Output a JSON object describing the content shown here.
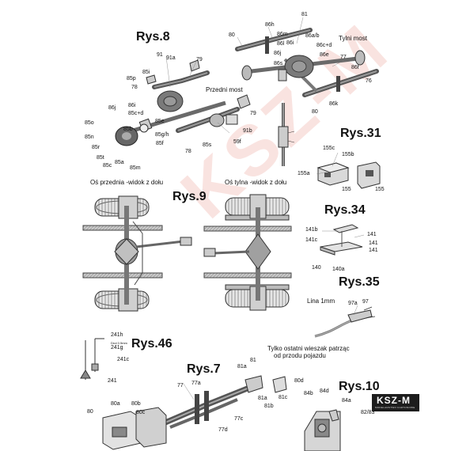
{
  "titles": {
    "rys8": "Rys.8",
    "rys31": "Rys.31",
    "rys9": "Rys.9",
    "rys34": "Rys.34",
    "rys35": "Rys.35",
    "rys46": "Rys.46",
    "rys7": "Rys.7",
    "rys10": "Rys.10"
  },
  "captions": {
    "tylni_most": "Tylni most",
    "przedni_most": "Przedni most",
    "os_przednia": "Oś przednia -widok z dołu",
    "os_tylna": "Oś tylna -widok z dołu",
    "lina": "Lina 1mm",
    "wieszak_line1": "Tylko ostatni wieszak patrząc",
    "wieszak_line2": "od przodu pojazdu",
    "page_number": "82/83",
    "tiny_note": "Drut 0.5mm"
  },
  "watermark": "KSZ-M",
  "logo": {
    "main": "KSZ-M",
    "sub": "MODELARSTWO KARTONOWE"
  },
  "labels": {
    "l81a": "81",
    "l86h": "86h",
    "l80": "80",
    "l86m": "86m",
    "l86l": "86l",
    "l86ab": "86a/b",
    "l86cd": "86c+d",
    "l86i": "86i",
    "l86j": "86j",
    "l86e": "86e",
    "l77": "77",
    "l86s": "86s",
    "l86f": "86f",
    "l76": "76",
    "l86k": "86k",
    "l80b": "80",
    "l91": "91",
    "l91a": "91a",
    "l79": "79",
    "l85p": "85p",
    "l85i": "85i",
    "l78": "78",
    "l86j2": "86j",
    "l86i2": "86i",
    "l85cd": "85c+d",
    "l85o": "85o",
    "l85n": "85n",
    "l85r": "85r",
    "l85t": "85t",
    "l85c": "85c",
    "l85a": "85a",
    "l85m": "85m",
    "l85b": "85b",
    "l85e": "85e",
    "l85gh": "85g/h",
    "l85f": "85f",
    "l78b": "78",
    "l85s": "85s",
    "l59f": "59f",
    "l91b": "91b",
    "l79b": "79",
    "l155c": "155c",
    "l155b": "155b",
    "l155a": "155a",
    "l155": "155",
    "l155e": "155",
    "l141b": "141b",
    "l141c": "141c",
    "l141": "141",
    "l141x": "141",
    "l141y": "141",
    "l140": "140",
    "l140a": "140a",
    "l97a": "97a",
    "l97": "97",
    "l241h": "241h",
    "l241g": "241g",
    "l241c": "241c",
    "l241": "241",
    "l81": "81",
    "l81b": "81a",
    "l80d": "80d",
    "l81c": "81a",
    "l81d": "81b",
    "l81e": "81c",
    "l77b": "77",
    "l77a": "77a",
    "l77c": "77c",
    "l77d": "77d",
    "l84b": "84b",
    "l84d": "84d",
    "l84a": "84a",
    "l80c": "80",
    "l80a": "80a",
    "l80b2": "80b",
    "l80c2": "80c"
  }
}
